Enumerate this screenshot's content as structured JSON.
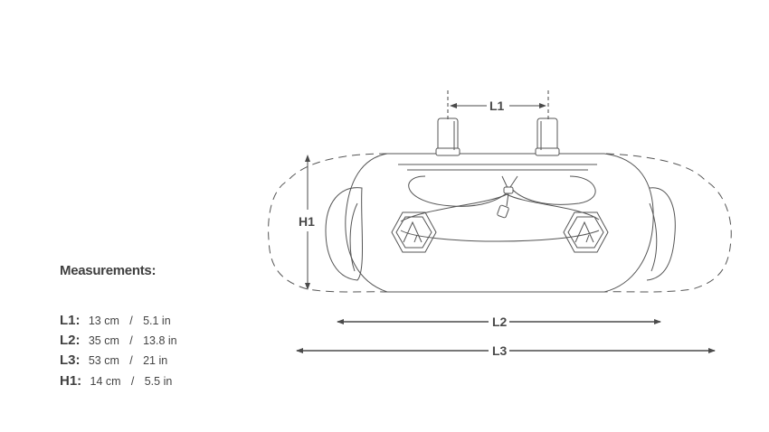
{
  "diagram": {
    "subject": "handlebar bag technical drawing",
    "dimension_labels": {
      "l1": "L1",
      "l2": "L2",
      "l3": "L3",
      "h1": "H1"
    },
    "line_color": "#4a4a4a"
  },
  "measurements": {
    "title": "Measurements:",
    "rows": [
      {
        "key": "L1:",
        "metric": "13 cm",
        "separator": "/",
        "imperial": "5.1 in"
      },
      {
        "key": "L2:",
        "metric": "35 cm",
        "separator": "/",
        "imperial": "13.8 in"
      },
      {
        "key": "L3:",
        "metric": "53 cm",
        "separator": "/",
        "imperial": "21 in"
      },
      {
        "key": "H1:",
        "metric": "14 cm",
        "separator": "/",
        "imperial": "5.5 in"
      }
    ]
  }
}
